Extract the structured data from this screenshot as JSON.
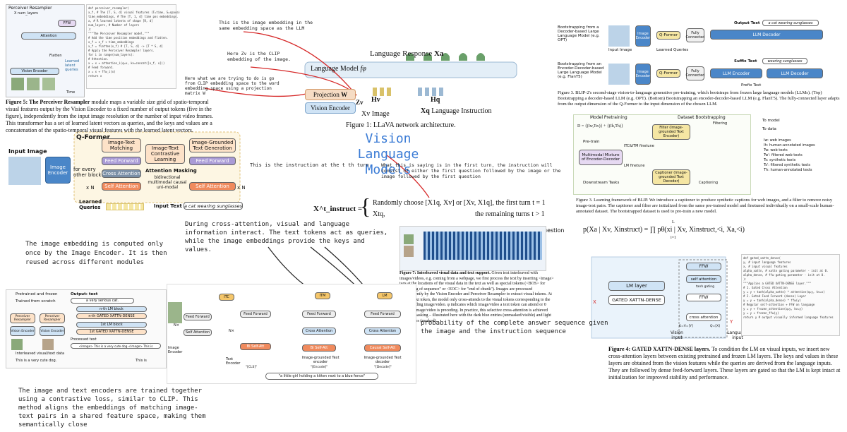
{
  "center_title": {
    "line1": "Vision Language",
    "line2": "Models"
  },
  "perceiver": {
    "title": "Perceiver Resampler",
    "xlayers": "X num_layers",
    "ffw": "FFW",
    "attention": "Attention",
    "learned_latents": "Learned latent queries",
    "flatten": "Flatten",
    "vision_encoder": "Vision Encoder",
    "time": "Time",
    "caption_bold": "Figure 5: The Perceiver Resampler",
    "caption": "module maps a variable size grid of spatio-temporal visual features output by the Vision Encoder to a fixed number of output tokens (five in the figure), independently from the input image resolution or the number of input video frames. This transformer has a set of learned latent vectors as queries, and the keys and values are a concatenation of the spatio-temporal visual features with the learned latent vectors."
  },
  "perceiver_code": [
    "def perceiver_resampler(",
    "  x_f, # The [T, S, d] visual features (T=time, S=space)",
    "  time_embeddings, # The [T, 1, d] time pos embeddings.",
    "  x, # R learned latents of shape [R, d]",
    "  num_layers, # Number of layers",
    "):",
    "  \"\"\"The Perceiver Resampler model.\"\"\"",
    "  # Add the time position embeddings and flatten.",
    "  x_f = x_f + time_embeddings",
    "  x_f = flatten(x_f) # [T, S, d] -> [T * S, d]",
    "  # Apply the Perceiver Resampler layers.",
    "  for i in range(num_layers):",
    "    # Attention.",
    "    x = x + attention_i(q=x, kv=concat([x_f, x]))",
    "    # Feed forward.",
    "    x = x + ffw_i(x)",
    "  return x"
  ],
  "llava": {
    "note_embedding": "This is the image embedding in the same embedding space as the LLM",
    "note_zv": "Here Zv is the CLIP embedding of the image.",
    "note_projection": "Here what we are trying to do is go from CLIP embedding space to the word embedding space using a projection matrix W",
    "language_response": "Language Response",
    "xa": "Xa",
    "language_model": "Language Model",
    "fphi": "fφ",
    "projection": "Projection",
    "w": "W",
    "hv": "Hv",
    "hq": "Hq",
    "zv": "Zv",
    "vision_encoder": "Vision Encoder",
    "xv_image": "Xv Image",
    "xq": "Xq",
    "language_instruction": "Language Instruction",
    "caption": "Figure 1: LLaVA network architecture."
  },
  "qformer": {
    "title": "Q-Former",
    "input_image": "Input Image",
    "image_encoder": "Image Encoder",
    "for_every": "for every other block",
    "itm": "Image-Text Matching",
    "itc": "Image-Text Contrastive Learning",
    "itg": "Image-Grounded Text Generation",
    "feed_forward": "Feed Forward",
    "cross_attention": "Cross Attention",
    "self_attention": "Self Attention",
    "attention_masking": "Attention Masking",
    "masks": "bidirectional multimodal causal uni-modal",
    "xn": "x N",
    "learned_queries": "Learned Queries",
    "input_text": "Input Text",
    "text_value": "a cat wearing sunglasses"
  },
  "instruct": {
    "note_turn": "This is the instruction at the t th turn",
    "note_first": "What this is saying is in the first turn, the instruction will consist of either the first question followed by the image or the image followed by the first question",
    "lhs": "X^t_instruct =",
    "row1": "Randomly choose [X1q, Xv] or [Xv, X1q],   the first turn t = 1",
    "row2": "Xtq,                                                   the remaining turns t > 1"
  },
  "blip2": {
    "bootstrap_decoder": "Bootstrapping from a Decoder-based Large Language Model (e.g. OPT)",
    "bootstrap_encdec": "Bootstrapping from an Encoder-Decoder-based Large Language Model (e.g. FlanT5)",
    "output_text_label": "Output Text",
    "output_text": "a cat wearing sunglasses",
    "suffix_text_label": "Suffix Text",
    "suffix_text": "wearing sunglasses",
    "prefix_text": "Prefix Text",
    "image_encoder": "Image Encoder",
    "qformer": "Q-Former",
    "fully_connected": "Fully Connected",
    "llm_decoder": "LLM Decoder",
    "llm_encoder": "LLM Encoder",
    "input_image": "Input Image",
    "learned_queries": "Learned Queries",
    "caption": "Figure 3. BLIP-2's second-stage vision-to-language generative pre-training, which bootstraps from frozen large language models (LLMs). (Top) Bootstrapping a decoder-based LLM (e.g. OPT). (Bottom) Bootstrapping an encoder-decoder-based LLM (e.g. FlanT5). The fully-connected layer adapts from the output dimension of the Q-Former to the input dimension of the chosen LLM."
  },
  "blip": {
    "model_pretraining": "Model Pretraining",
    "dataset_bootstrapping": "Dataset Bootstrapping",
    "d_eq": "D = {(Iw,Tw)} + {(Ih,Th)}",
    "pretrain": "Pre-train",
    "med": "Multimodal Mixture of Encoder-Decoder",
    "filter": "Filter (Image-grounded Text Encoder)",
    "captioner": "Captioner (Image-grounded Text Decoder)",
    "itc_itm": "ITC&ITM finetune",
    "lm_finetune": "LM finetune",
    "filtering": "Filtering",
    "captioning": "Captioning",
    "downstream": "Downstream Tasks",
    "to_model": "To model",
    "to_data": "To data",
    "legend": [
      "Iw: web images",
      "Ih: human-annotated images",
      "Tw: web texts",
      "Tw': filtered web texts",
      "Ts: synthetic texts",
      "Ts': filtered synthetic texts",
      "Th: human-annotated texts"
    ],
    "caption": "Figure 3. Learning framework of BLIP. We introduce a captioner to produce synthetic captions for web images, and a filter to remove noisy image-text pairs. The captioner and filter are initialized from the same pre-trained model and finetuned individually on a small-scale human-annotated dataset. The bootstrapped dataset is used to pre-train a new model."
  },
  "likelihood": {
    "formula": "p(Xa | Xv, Xinstruct) = ∏ pθ(xi | Xv, Xinstruct,<i, Xa,<i)",
    "prod_top": "L",
    "prod_bottom": "i=1",
    "note": "probability of the complete answer sequence given the image and the instruction sequence"
  },
  "cross_note": "During cross-attention, visual and language information interact. The text tokens act as queries, while the image embeddings provide the keys and values.",
  "question_fragment": "uestion",
  "interleaved": {
    "caption_bold": "Figure 7: Interleaved visual data and text support.",
    "caption": "Given text interleaved with images/videos, e.g. coming from a webpage, we first process the text by inserting <image> tags at the locations of the visual data in the text as well as special tokens (<BOS> for \"beginning of sequence\" or <EOC> for \"end of chunk\"). Images are processed independently by the Vision Encoder and Perceiver Resampler to extract visual tokens. At a given text token, the model only cross-attends to the visual tokens corresponding to the last preceding image/video. φ indicates which image/video a text token can attend or 0 when no image/video is preceding. In practice, this selective cross-attention is achieved through masking – illustrated here with the dark blue entries (unmasked/visible) and light blue entries (masked)."
  },
  "flamingo_left": {
    "note_once": "The image embedding is computed only once by the Image Encoder. It is then reused across different modules",
    "pretrained_frozen": "Pretrained and frozen",
    "trained_scratch": "Trained from scratch",
    "output_text": "Output: text",
    "very_serious_cat": "a very serious cat.",
    "lm_block": "n-th LM block",
    "gated": "n-th GATED XATTN-DENSE",
    "first_lm": "1st LM block",
    "first_gated": "1st GATED XATTN-DENSE",
    "perceiver": "Perceiver Resampler",
    "vision_encoder": "Vision Encoder",
    "processed_text": "Processed text",
    "processed_value": "<image> This is a very cute dog.<image> This is",
    "interleaved": "Interleaved visual/text data",
    "this_is_dog": "This is a very cute dog.",
    "this_is": "This is"
  },
  "blip_arch": {
    "itc": "ITC",
    "itm": "ITM",
    "lm": "LM",
    "feed_forward": "Feed Forward",
    "self_attention": "Self Attention",
    "cross_attention": "Cross Attention",
    "bi_self_att": "Bi Self-Att",
    "causal_self_att": "Causal Self-Att",
    "nx": "N×",
    "image_encoder": "Image Encoder",
    "text_encoder": "Text Encoder",
    "img_text_encoder": "Image-grounded Text encoder",
    "img_text_decoder": "Image-grounded Text decoder",
    "cls": "\"[CLS]\"",
    "encode": "\"[Encode]\"",
    "decode": "\"[Decode]\"",
    "caption_text": "\"a little girl holding a kitten next to a blue fence\""
  },
  "contrastive_note": "The image and text encoders are trained together using a contrastive loss, similar to CLIP. This method aligns the embeddings of matching image-text pairs in a shared feature space, making them semantically close",
  "gated_xattn": {
    "lm_layer": "LM layer",
    "gated": "GATED XATTN-DENSE",
    "ffw": "FFW",
    "self_attention": "self attention",
    "cross_attention": "cross attention",
    "tanh_gating": "tanh gating",
    "vision_input": "Vision input",
    "language_input": "Language input",
    "kv": "K=V=[Y]",
    "q": "Q=[X]",
    "x": "X",
    "y": "Y",
    "caption_bold": "Figure 4:  GATED XATTN-DENSE layers.",
    "caption": "To condition the LM on visual inputs, we insert new cross-attention layers between existing pretrained and frozen LM layers. The keys and values in these layers are obtained from the vision features while the queries are derived from the language inputs. They are followed by dense feed-forward layers. These layers are gated so that the LM is kept intact at initialization for improved stability and performance."
  },
  "gated_code": [
    "def gated_xattn_dense(",
    "    y, # input language features",
    "    x, # input visual features",
    "    alpha_xattn, # xattn gating parameter - init at 0.",
    "    alpha_dense, # ffw gating parameter - init at 0.",
    "):",
    "  \"\"\"Applies a GATED XATTN-DENSE layer.\"\"\"",
    "",
    "  # 1. Gated Cross Attention",
    "  y = y + tanh(alpha_xattn) * attention(q=y, kv=x)",
    "  # 2. Gated Feed Forward (dense) Layer",
    "  y = y + tanh(alpha_dense) * ffw(y)",
    "",
    "  # Regular self-attention + FFW on language",
    "  y = y + frozen_attention(q=y, kv=y)",
    "  y = y + frozen_ffw(y)",
    "  return y # output visually informed language features"
  ],
  "colors": {
    "orange": "#f4a261",
    "purple": "#a99bd6",
    "pink": "#f2b8c6",
    "blue": "#4a86c8",
    "light_blue": "#cfe3f5",
    "green": "#6aa06a",
    "red": "#d62828",
    "yellow": "#f5e6a3"
  }
}
